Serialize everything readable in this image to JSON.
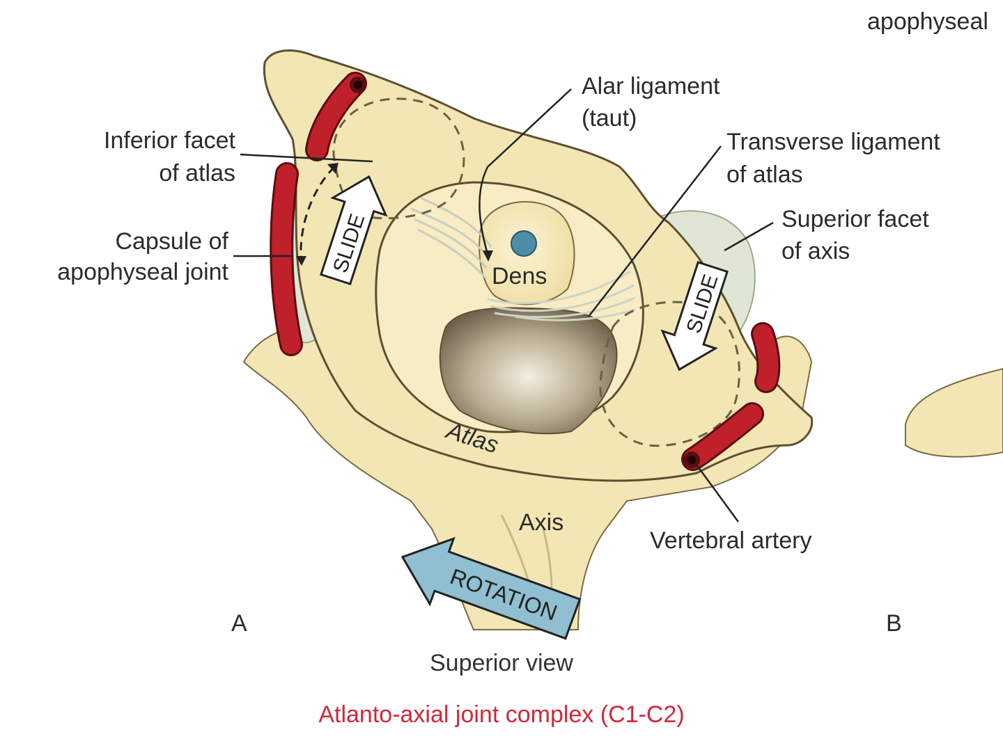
{
  "labels": {
    "top_right_fragment": "apophyseal",
    "alar_ligament_line1": "Alar ligament",
    "alar_ligament_line2": "(taut)",
    "inferior_facet_line1": "Inferior facet",
    "inferior_facet_line2": "of atlas",
    "transverse_ligament_line1": "Transverse ligament",
    "transverse_ligament_line2": "of atlas",
    "superior_facet_line1": "Superior facet",
    "superior_facet_line2": "of axis",
    "capsule_line1": "Capsule of",
    "capsule_line2": "apophyseal joint",
    "dens": "Dens",
    "atlas": "Atlas",
    "axis": "Axis",
    "vertebral_artery": "Vertebral artery",
    "slide_left": "SLIDE",
    "slide_right": "SLIDE",
    "rotation": "ROTATION",
    "panel_a": "A",
    "panel_b": "B"
  },
  "captions": {
    "view": "Superior view",
    "title": "Atlanto-axial joint complex (C1-C2)"
  },
  "colors": {
    "bone": "#f3e6b5",
    "bone_dark": "#ead79a",
    "artery": "#c0202a",
    "facet": "#d9e3cf",
    "rotation_arrow": "#8fbfd0",
    "title": "#d0283a"
  }
}
